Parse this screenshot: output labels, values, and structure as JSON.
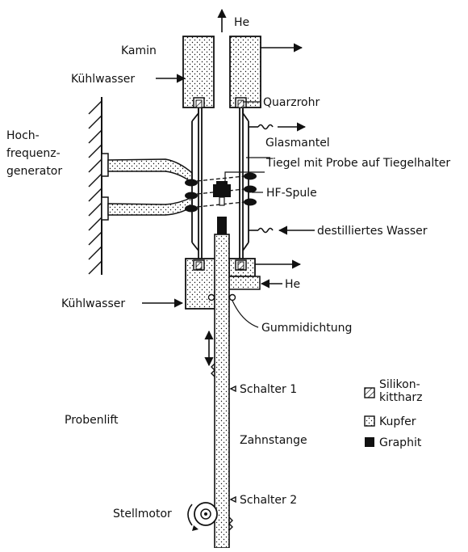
{
  "figure": {
    "labels": {
      "he_top": "He",
      "kamin": "Kamin",
      "kuehlwasser_top": "Kühlwasser",
      "quarzrohr": "Quarzrohr",
      "hochfrequenz_1": "Hoch-",
      "hochfrequenz_2": "frequenz-",
      "hochfrequenz_3": "generator",
      "glasmantel": "Glasmantel",
      "tiegel": "Tiegel mit Probe auf Tiegelhalter",
      "hf_spule": "HF-Spule",
      "destilliertes_wasser": "destilliertes Wasser",
      "he_bottom": "He",
      "kuehlwasser_bottom": "Kühlwasser",
      "gummidichtung": "Gummidichtung",
      "schalter_1": "Schalter 1",
      "probenlift": "Probenlift",
      "zahnstange": "Zahnstange",
      "schalter_2": "Schalter 2",
      "stellmotor": "Stellmotor"
    },
    "legend": [
      {
        "pattern": "hatch",
        "label_1": "Silikon-",
        "label_2": "kittharz"
      },
      {
        "pattern": "dots",
        "label_1": "Kupfer"
      },
      {
        "pattern": "solid",
        "label_1": "Graphit"
      }
    ],
    "colors": {
      "ink": "#111111",
      "paper": "#ffffff"
    }
  }
}
